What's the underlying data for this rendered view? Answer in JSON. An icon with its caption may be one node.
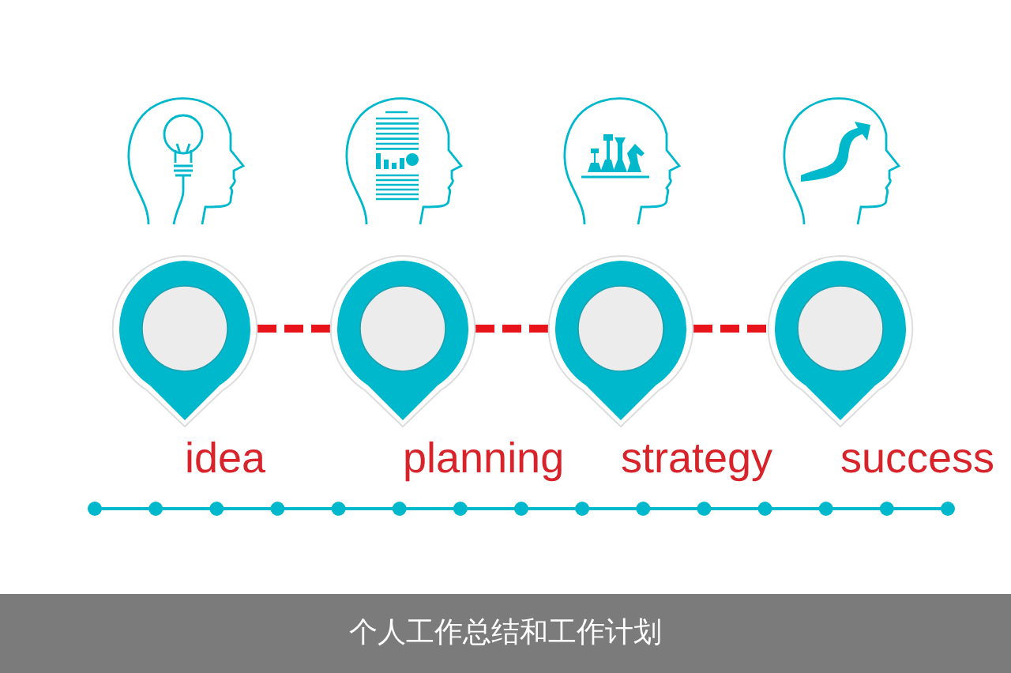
{
  "diagram": {
    "caption": "个人工作总结和工作计划",
    "nodes": [
      {
        "text": [],
        "shape": "pin",
        "beside": [
          "idea"
        ]
      },
      {
        "text": [],
        "shape": "pin",
        "beside": [
          "planning"
        ]
      },
      {
        "text": [],
        "shape": "pin",
        "beside": [
          "strategy"
        ]
      },
      {
        "text": [],
        "shape": "pin",
        "beside": [
          "success"
        ]
      }
    ],
    "edges": [
      {
        "from": 0,
        "to": 1,
        "arrow": "none",
        "style": "dashed"
      },
      {
        "from": 1,
        "to": 2,
        "arrow": "none",
        "style": "dashed"
      },
      {
        "from": 2,
        "to": 3,
        "arrow": "none",
        "style": "dashed"
      }
    ]
  }
}
